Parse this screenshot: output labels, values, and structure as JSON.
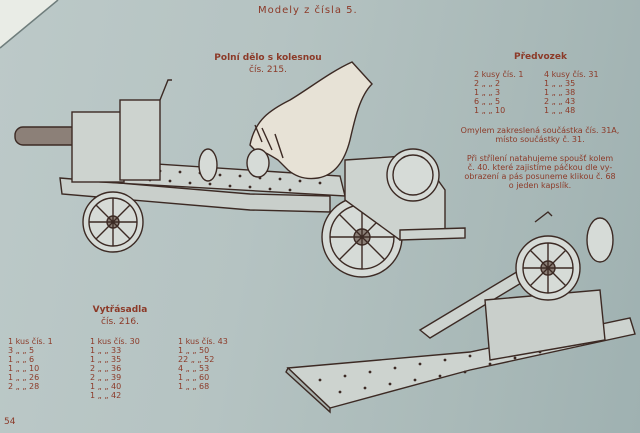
{
  "header": {
    "title": "Modely z čísla 5."
  },
  "gun": {
    "title": "Polní dělo s kolesnou",
    "number": "čís. 215."
  },
  "limber": {
    "title": "Předvozek",
    "col1": [
      "2 kusy čís. 1",
      "2 „ „ 2",
      "1 „ „ 3",
      "6 „ „ 5",
      "1 „ „ 10"
    ],
    "col2": [
      "4 kusy čís. 31",
      "1 „ „ 35",
      "1 „ „ 38",
      "2 „ „ 43",
      "1 „ „ 48"
    ],
    "note1": [
      "Omylem zakreslená součástka čís. 31A,",
      "místo součástky č. 31."
    ],
    "note2": [
      "Při střílení natahujeme spoušť kolem",
      "č. 40. které zajistíme páčkou dle vy-",
      "obrazení a pás posuneme klikou č. 68",
      "o jeden kapslík."
    ]
  },
  "puller": {
    "title": "Vytřásadla",
    "number": "čís. 216.",
    "col1": [
      "1 kus čís. 1",
      "3 „ „ 5",
      "1 „ „ 6",
      "1 „ „ 10",
      "1 „ „ 26",
      "2 „ „ 28"
    ],
    "col2": [
      "1 kus čís. 30",
      "1 „ „ 33",
      "1 „ „ 35",
      "2 „ „ 36",
      "2 „ „ 39",
      "1 „ „ 40",
      "1 „ „ 42"
    ],
    "col3": [
      "1 kus čís. 43",
      "1 „ „ 50",
      "22 „ „ 52",
      "4 „ „ 53",
      "1 „ „ 60",
      "1 „ „ 68"
    ]
  },
  "footer": {
    "page_number": "54"
  },
  "colors": {
    "ink": "#8c3a28",
    "paper": "#b7c4c3"
  }
}
